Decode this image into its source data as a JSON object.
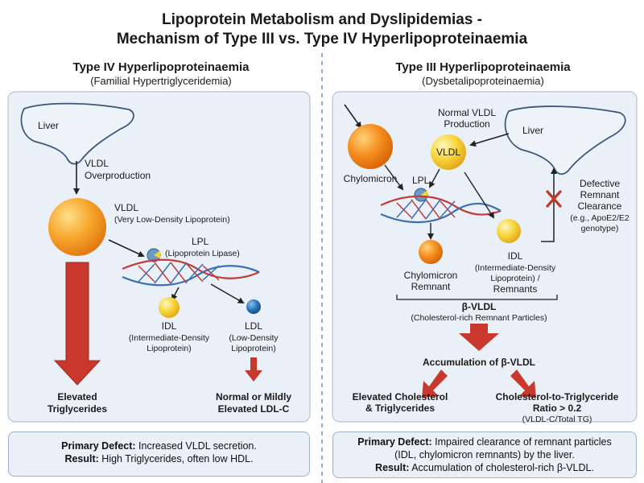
{
  "title_line1": "Lipoprotein Metabolism and Dyslipidemias -",
  "title_line2": "Mechanism of Type III vs. Type IV Hyperlipoproteinaemia",
  "left": {
    "heading": "Type IV Hyperlipoproteinaemia",
    "subheading": "(Familial Hypertriglyceridemia)",
    "liver": "Liver",
    "vldl_overprod_1": "VLDL",
    "vldl_overprod_2": "Overproduction",
    "vldl_1": "VLDL",
    "vldl_2": "(Very Low-Density Lipoprotein)",
    "lpl_1": "LPL",
    "lpl_2": "(Lipoprotein Lipase)",
    "idl_1": "IDL",
    "idl_2": "(Intermediate-Density",
    "idl_3": "Lipoprotein)",
    "ldl_1": "LDL",
    "ldl_2": "(Low-Density",
    "ldl_3": "Lipoprotein)",
    "result_a_1": "Elevated",
    "result_a_2": "Triglycerides",
    "result_b_1": "Normal or Mildly",
    "result_b_2": "Elevated LDL-C",
    "summary_label1": "Primary Defect:",
    "summary_text1": " Increased VLDL secretion.",
    "summary_label2": "Result:",
    "summary_text2": " High Triglycerides, often low HDL."
  },
  "right": {
    "heading": "Type III Hyperlipoproteinaemia",
    "subheading": "(Dysbetalipoproteinaemia)",
    "normal_vldl_1": "Normal VLDL",
    "normal_vldl_2": "Production",
    "liver": "Liver",
    "vldl": "VLDL",
    "chylomicron": "Chylomicron",
    "lpl": "LPL",
    "defective_1": "Defective",
    "defective_2": "Remnant",
    "defective_3": "Clearance",
    "defective_4": "(e.g., ApoE2/E2",
    "defective_5": "genotype)",
    "chylo_remnant_1": "Chylomicron",
    "chylo_remnant_2": "Remnant",
    "idl_1": "IDL",
    "idl_2": "(Intermediate-Density",
    "idl_3": "Lipoprotein) /",
    "idl_4": "Remnants",
    "beta_vldl_1": "β-VLDL",
    "beta_vldl_2": "(Cholesterol-rich Remnant Particles)",
    "accumulation": "Accumulation of β-VLDL",
    "result_a_1": "Elevated Cholesterol",
    "result_a_2": "& Triglycerides",
    "result_b_1": "Cholesterol-to-Triglyceride",
    "result_b_2": "Ratio > 0.2",
    "result_b_3": "(VLDL-C/Total TG)",
    "summary_label1": "Primary Defect:",
    "summary_text1": " Impaired clearance of remnant particles",
    "summary_text1b": "(IDL, chylomicron remnants) by the liver.",
    "summary_label2": "Result:",
    "summary_text2": " Accumulation of cholesterol-rich β-VLDL."
  },
  "colors": {
    "panel": "#eaf0f8",
    "panel_border": "#9db1c9",
    "orange": "#f5a623",
    "yellow": "#f7d23a",
    "blue": "#2a6fb0",
    "red_arrow": "#c0392b",
    "liver_fill": "#eef3fa"
  }
}
